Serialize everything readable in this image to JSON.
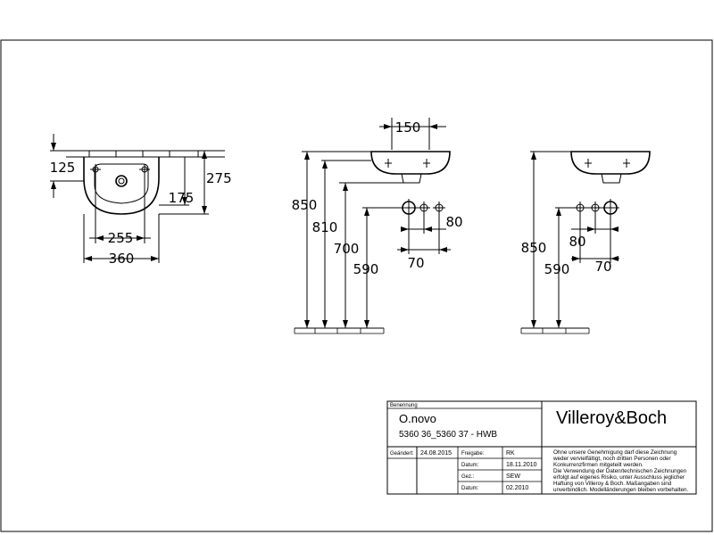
{
  "dimensions": {
    "top_view": {
      "d125": "125",
      "d275": "275",
      "d175": "175",
      "d255": "255",
      "d360": "360"
    },
    "front_view_1": {
      "d150": "150",
      "d850": "850",
      "d810": "810",
      "d700": "700",
      "d590": "590",
      "d80": "80",
      "d70": "70"
    },
    "front_view_2": {
      "d850": "850",
      "d590": "590",
      "d80": "80",
      "d70": "70"
    }
  },
  "title_block": {
    "benennung_label": "Benennung",
    "product_name": "O.novo",
    "product_code": "5360 36_5360 37 - HWB",
    "brand": "Villeroy&Boch",
    "geaendert_label": "Geändert:",
    "geaendert_value": "24.08.2015",
    "freigabe_label": "Freigabe:",
    "freigabe_value": "RK",
    "datum_label": "Datum:",
    "datum_value": "18.11.2010",
    "gez_label": "Gez.:",
    "gez_value": "SEW",
    "datum2_label": "Datum:",
    "datum2_value": "02.2010",
    "disclaimer": [
      "Ohne unsere Genehmigung darf diese Zeichnung",
      "weder vervielfältigt, noch dritten Personen oder",
      "Konkurrenzfirmen mitgeteilt werden.",
      "Die Verwendung der Daten/technischen Zeichnungen",
      "erfolgt auf eigenes Risiko, unter Ausschluss jeglicher",
      "Haftung von Villeroy & Boch. Maßangaben sind",
      "unverbindlich. Modelländerungen bleiben vorbehalten."
    ]
  }
}
